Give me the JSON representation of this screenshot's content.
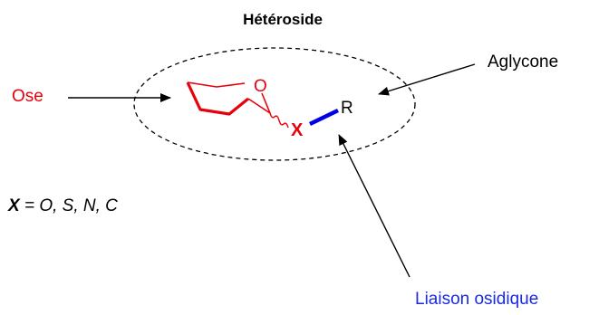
{
  "title": "Hétéroside",
  "labels": {
    "ose": "Ose",
    "aglycone": "Aglycone",
    "liaison": "Liaison osidique"
  },
  "atoms": {
    "ring_oxygen": "O",
    "heteroatom": "X",
    "r_group": "R"
  },
  "definition": {
    "symbol": "X",
    "text": " = O, S, N, C"
  },
  "colors": {
    "sugar": "#e8000b",
    "bond": "#0000e6",
    "link_label": "#1a2ae6",
    "ink": "#000000"
  }
}
